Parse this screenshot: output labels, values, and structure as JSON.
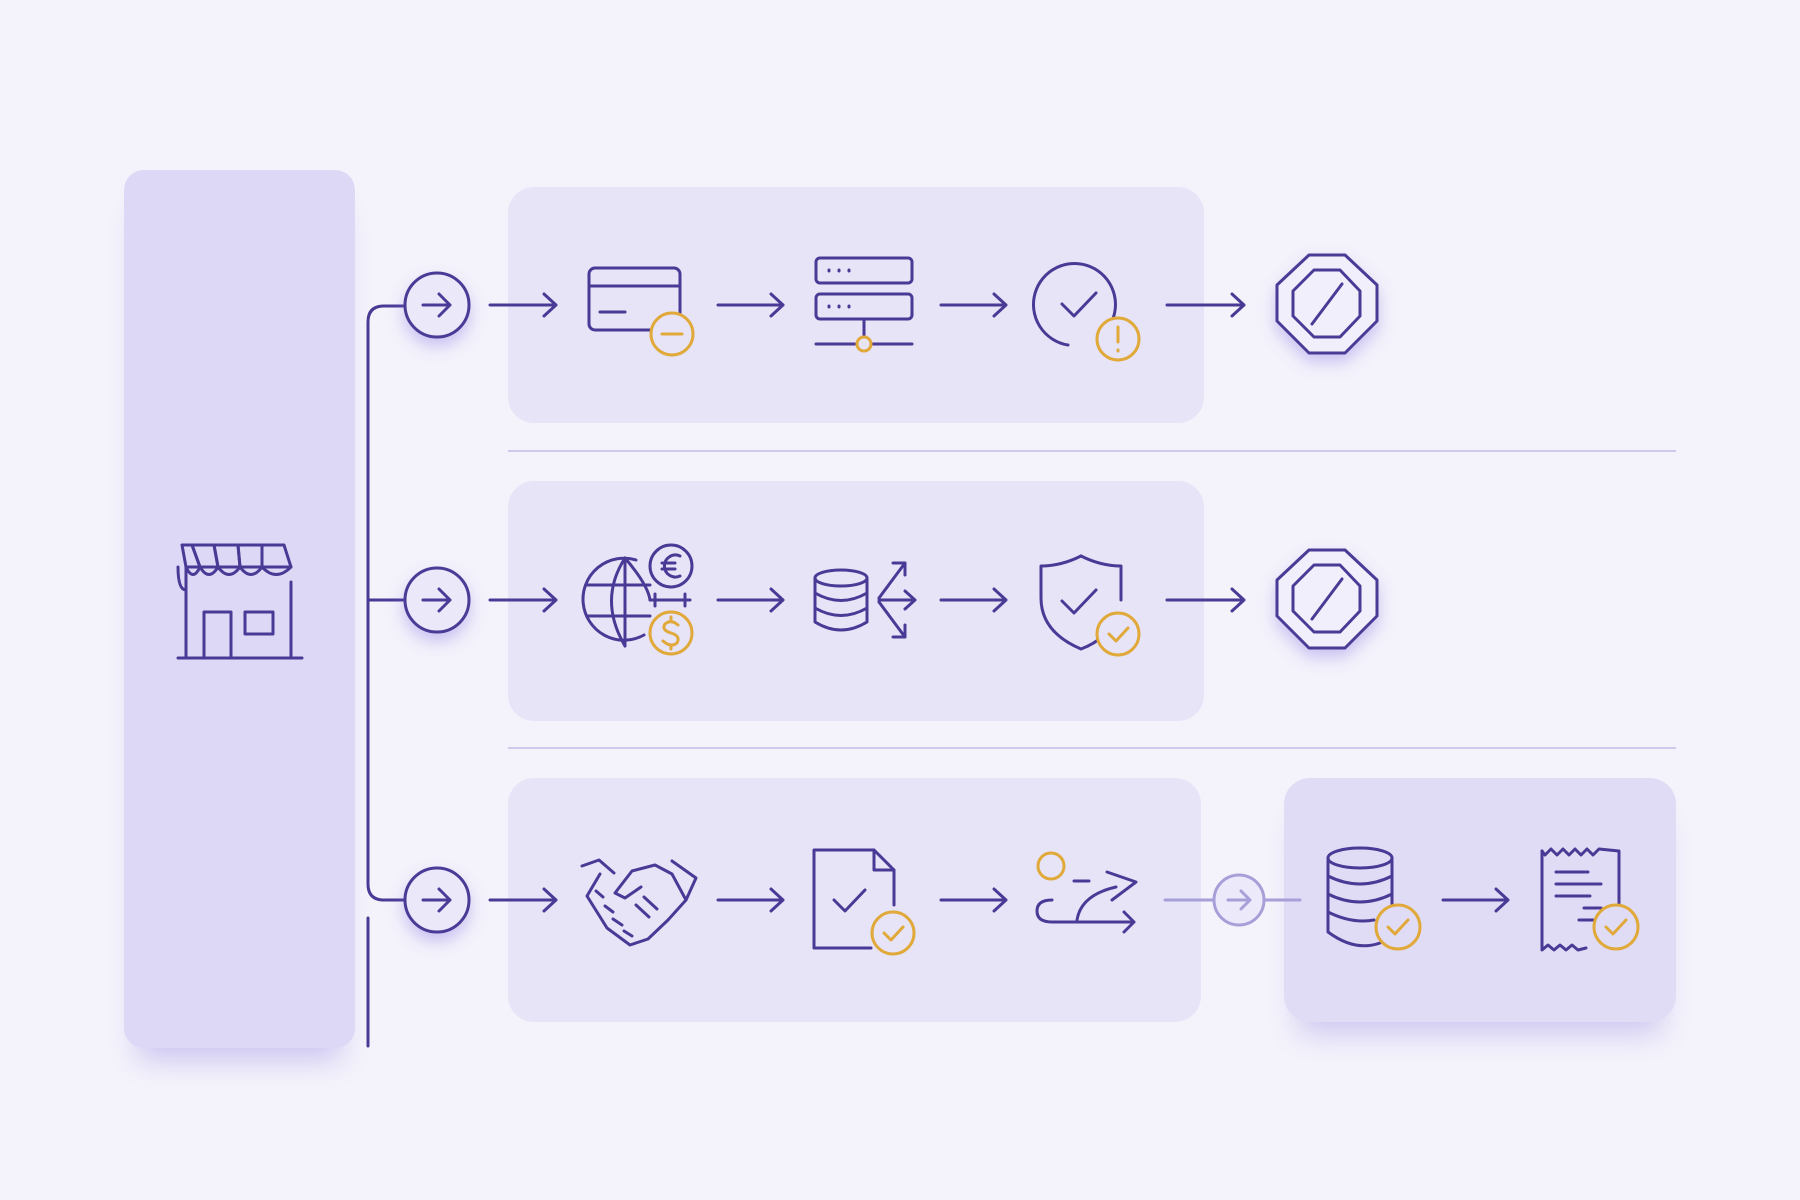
{
  "colors": {
    "background": "#f4f3fb",
    "panel": "#dcd8f5",
    "lane": "#e7e4f8",
    "stroke": "#4a3a96",
    "accent": "#e0a93a",
    "connector_muted": "#a79fd8"
  },
  "merchant": {
    "icon": "storefront-icon"
  },
  "lanes": [
    {
      "steps": [
        "card-minus-icon",
        "server-rack-icon",
        "check-circle-alert-icon",
        "blocked-octagon-icon"
      ],
      "outcome": "blocked"
    },
    {
      "steps": [
        "globe-currency-exchange-icon",
        "database-split-icon",
        "shield-check-icon",
        "blocked-octagon-icon"
      ],
      "outcome": "blocked"
    },
    {
      "steps": [
        "handshake-icon",
        "document-check-icon",
        "route-transfer-icon",
        "database-check-icon",
        "receipt-check-icon"
      ],
      "outcome": "settled"
    }
  ]
}
